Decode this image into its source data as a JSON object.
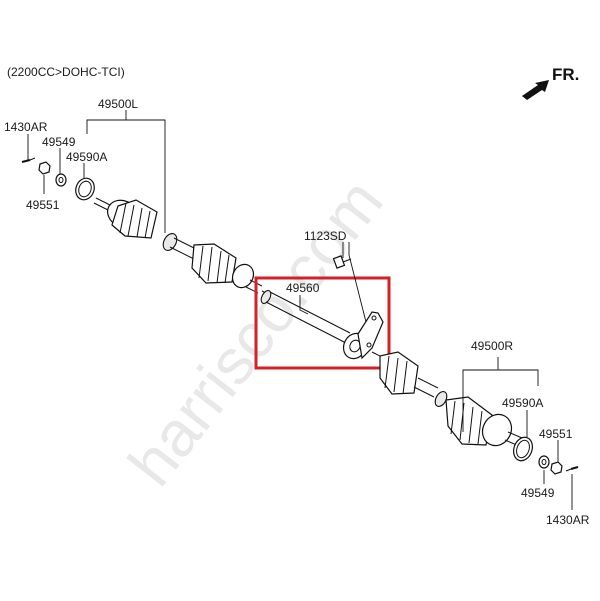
{
  "header": {
    "engine_note": "(2200CC>DOHC-TCI)"
  },
  "direction": {
    "label": "FR."
  },
  "watermark": {
    "text": "harrisco.com"
  },
  "callouts": {
    "shaft_left": "49500L",
    "shaft_right": "49500R",
    "bolt": "1123SD",
    "intermediate_shaft": "49560",
    "cotter_pin_left": "1430AR",
    "cotter_pin_right": "1430AR",
    "washer_left": "49549",
    "washer_right": "49549",
    "nut_left": "49551",
    "nut_right": "49551",
    "ring_left": "49590A",
    "ring_right": "49590A"
  },
  "colors": {
    "highlight_box": "#d42027",
    "line": "#111111",
    "watermark": "#d7d7d7"
  }
}
